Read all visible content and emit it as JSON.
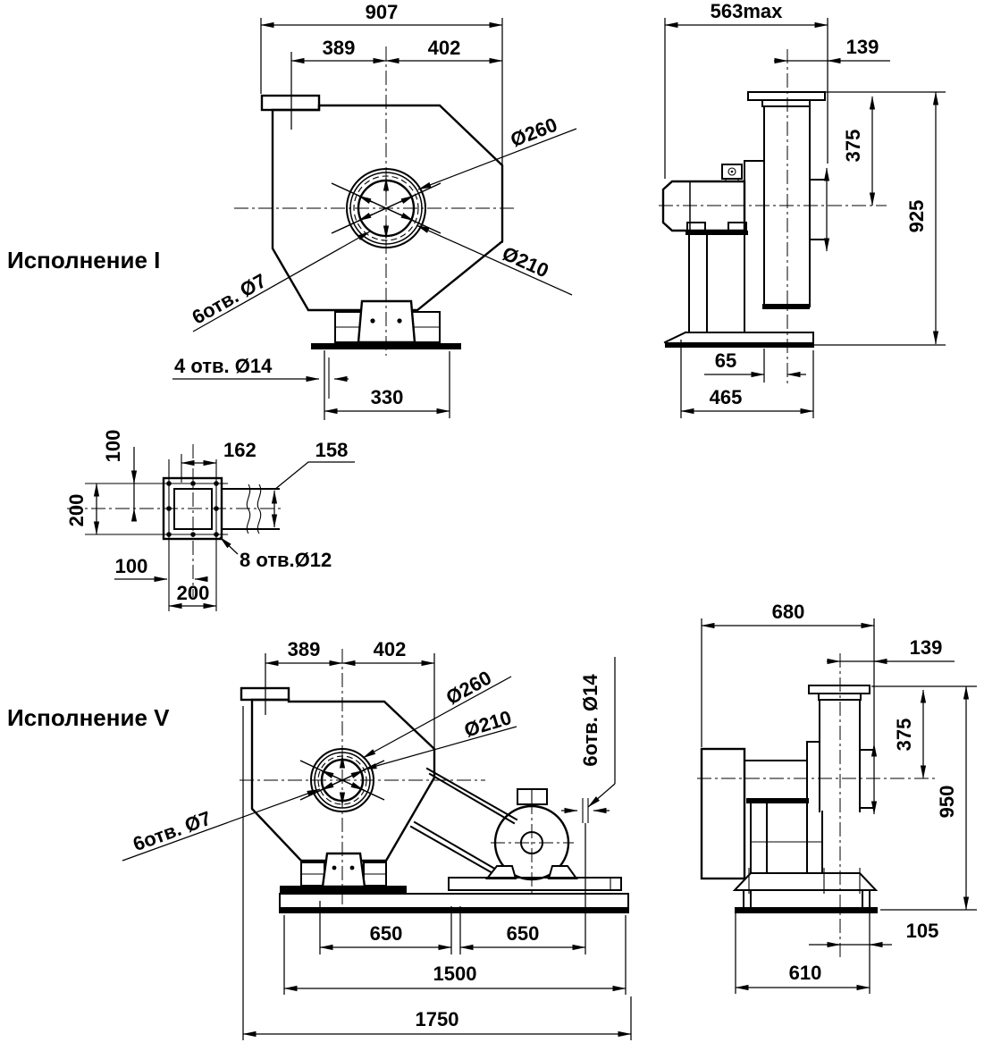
{
  "page": {
    "background": "#ffffff",
    "line_color": "#000000"
  },
  "views": {
    "iso1_front": {
      "title": "Исполнение I",
      "dim_overall_width": "907",
      "dim_axis_left": "389",
      "dim_axis_right": "402",
      "inlet_outer_dia": "Ø260",
      "inlet_inner_dia": "Ø210",
      "inlet_holes": "6отв. Ø7",
      "base_holes": "4 отв. Ø14",
      "dim_base_holes_span": "330"
    },
    "iso1_side": {
      "dim_depth_max": "563max",
      "dim_axis_to_inlet": "139",
      "dim_flange_to_axis": "375",
      "dim_total_height": "925",
      "dim_outlet_offset": "65",
      "dim_base_depth": "465"
    },
    "outlet_flange_detail": {
      "dim_hole_to_axis_v": "100",
      "dim_hole_span_v": "200",
      "dim_opening_width": "162",
      "dim_duct_width": "158",
      "holes": "8 отв.Ø12",
      "dim_hole_to_axis_h": "100",
      "dim_hole_span_h": "200"
    },
    "iso5_front": {
      "title": "Исполнение V",
      "dim_axis_left": "389",
      "dim_axis_right": "402",
      "inlet_outer_dia": "Ø260",
      "inlet_inner_dia": "Ø210",
      "inlet_holes": "6отв. Ø7",
      "base_holes": "6отв. Ø14",
      "dim_fan_holes_span": "650",
      "dim_motor_holes_span": "650",
      "dim_frame_length": "1500",
      "dim_overall_length": "1750"
    },
    "iso5_side": {
      "dim_depth": "680",
      "dim_axis_to_inlet": "139",
      "dim_flange_to_axis": "375",
      "dim_total_height": "950",
      "dim_axis_offset": "105",
      "dim_base_depth": "610"
    }
  }
}
